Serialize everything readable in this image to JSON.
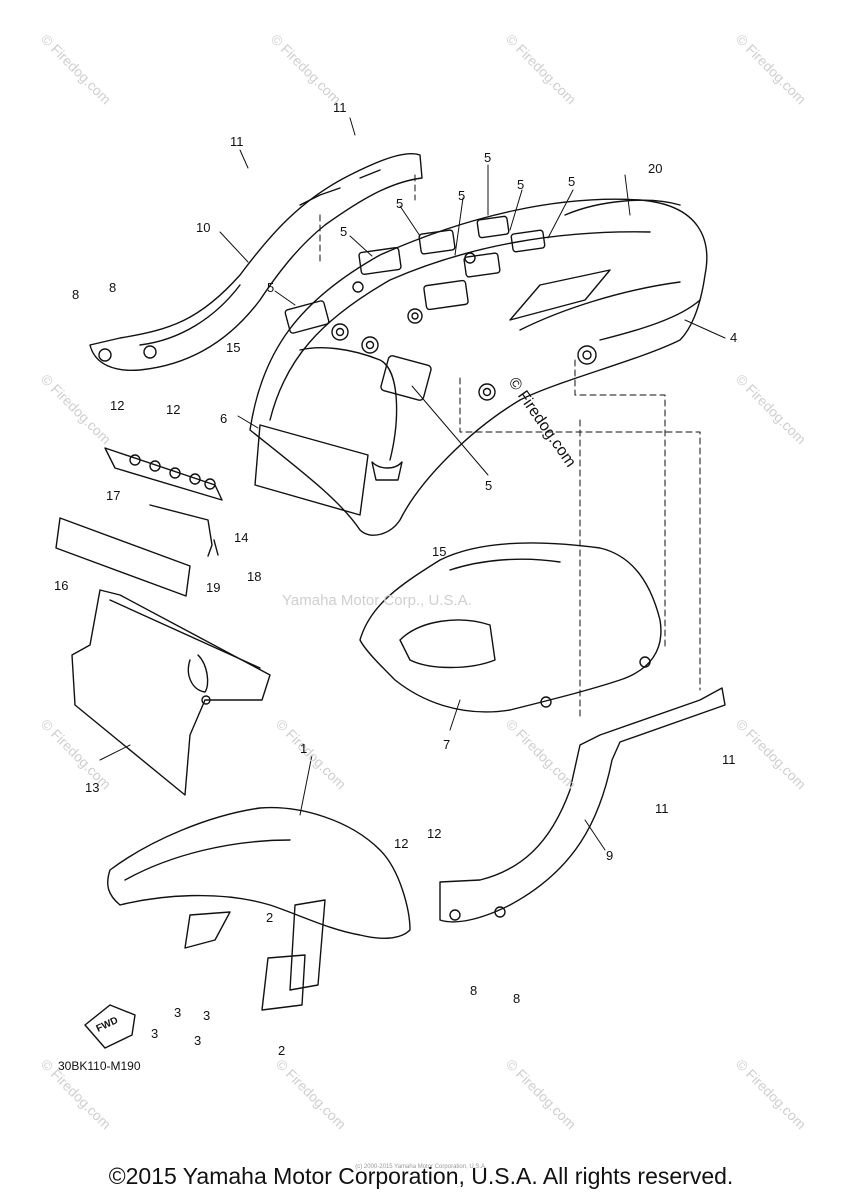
{
  "diagram": {
    "part_callouts": [
      "1",
      "2",
      "2",
      "3",
      "3",
      "3",
      "3",
      "4",
      "5",
      "5",
      "5",
      "5",
      "5",
      "5",
      "5",
      "5",
      "6",
      "7",
      "8",
      "8",
      "8",
      "8",
      "9",
      "10",
      "11",
      "11",
      "11",
      "11",
      "12",
      "12",
      "12",
      "12",
      "13",
      "14",
      "15",
      "15",
      "16",
      "17",
      "18",
      "19",
      "20"
    ],
    "diagram_code": "30BK110-M190",
    "fwd_label": "FWD",
    "watermark_text": "© Firedog.com",
    "watermark_center": "© Firedog.com",
    "watermark_yamaha": "Yamaha Motor Corp., U.S.A.",
    "tiny_notice": "(c) 2000-2015 Yamaha Motor Corporation, U.S.A."
  },
  "footer": {
    "copyright": "©2015 Yamaha Motor Corporation, U.S.A. All rights reserved."
  },
  "colors": {
    "line": "#111111",
    "watermark": "#cfcfcf",
    "background": "#ffffff"
  }
}
